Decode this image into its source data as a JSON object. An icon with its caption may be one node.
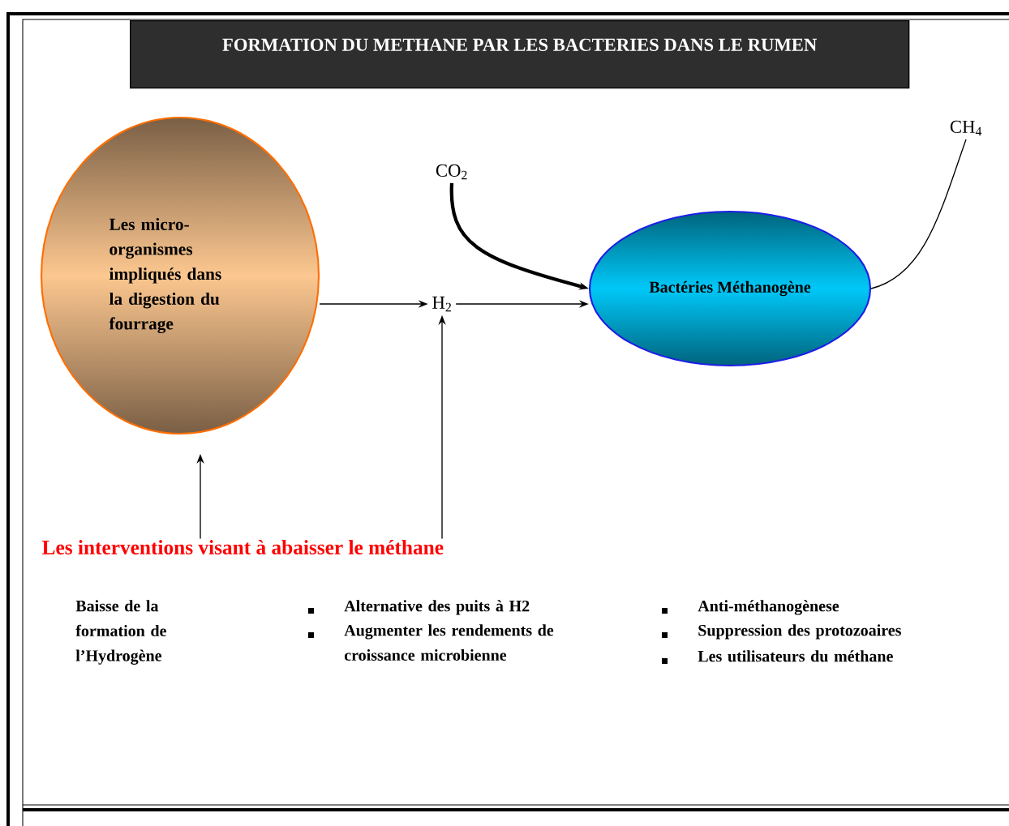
{
  "diagram": {
    "title": "FORMATION DU METHANE PAR LES BACTERIES DANS LE RUMEN",
    "nodes": [
      {
        "text": [
          "Les micro-organismes impliqués dans la digestion du fourrage"
        ]
      },
      {
        "text": [
          "CO$_{2}$"
        ]
      },
      {
        "text": [
          "H$_{2}$"
        ]
      },
      {
        "text": [
          "Bactéries Méthanogène"
        ]
      },
      {
        "text": [
          "CH$_{4}$"
        ]
      },
      {
        "text": [
          "Les interventions visant à abaisser le méthane"
        ]
      }
    ],
    "edges": [
      {
        "from": 0,
        "to": 2,
        "arrow": "to"
      },
      {
        "from": 2,
        "to": 3,
        "arrow": "to"
      },
      {
        "from": 1,
        "to": 3,
        "arrow": "to",
        "style": "thick"
      },
      {
        "from": 3,
        "to": 4,
        "arrow": "none"
      },
      {
        "from": 5,
        "to": 0,
        "arrow": "to"
      },
      {
        "from": 5,
        "to": 2,
        "arrow": "to"
      }
    ],
    "labels": [
      "Baisse de la formation de l’Hydrogène",
      "Alternative des puits à H2",
      "Anti-méthanogènese",
      "Augmenter les rendements de croissance microbienne",
      "Suppression des protozoaires",
      "Les utilisateurs du méthane"
    ]
  }
}
